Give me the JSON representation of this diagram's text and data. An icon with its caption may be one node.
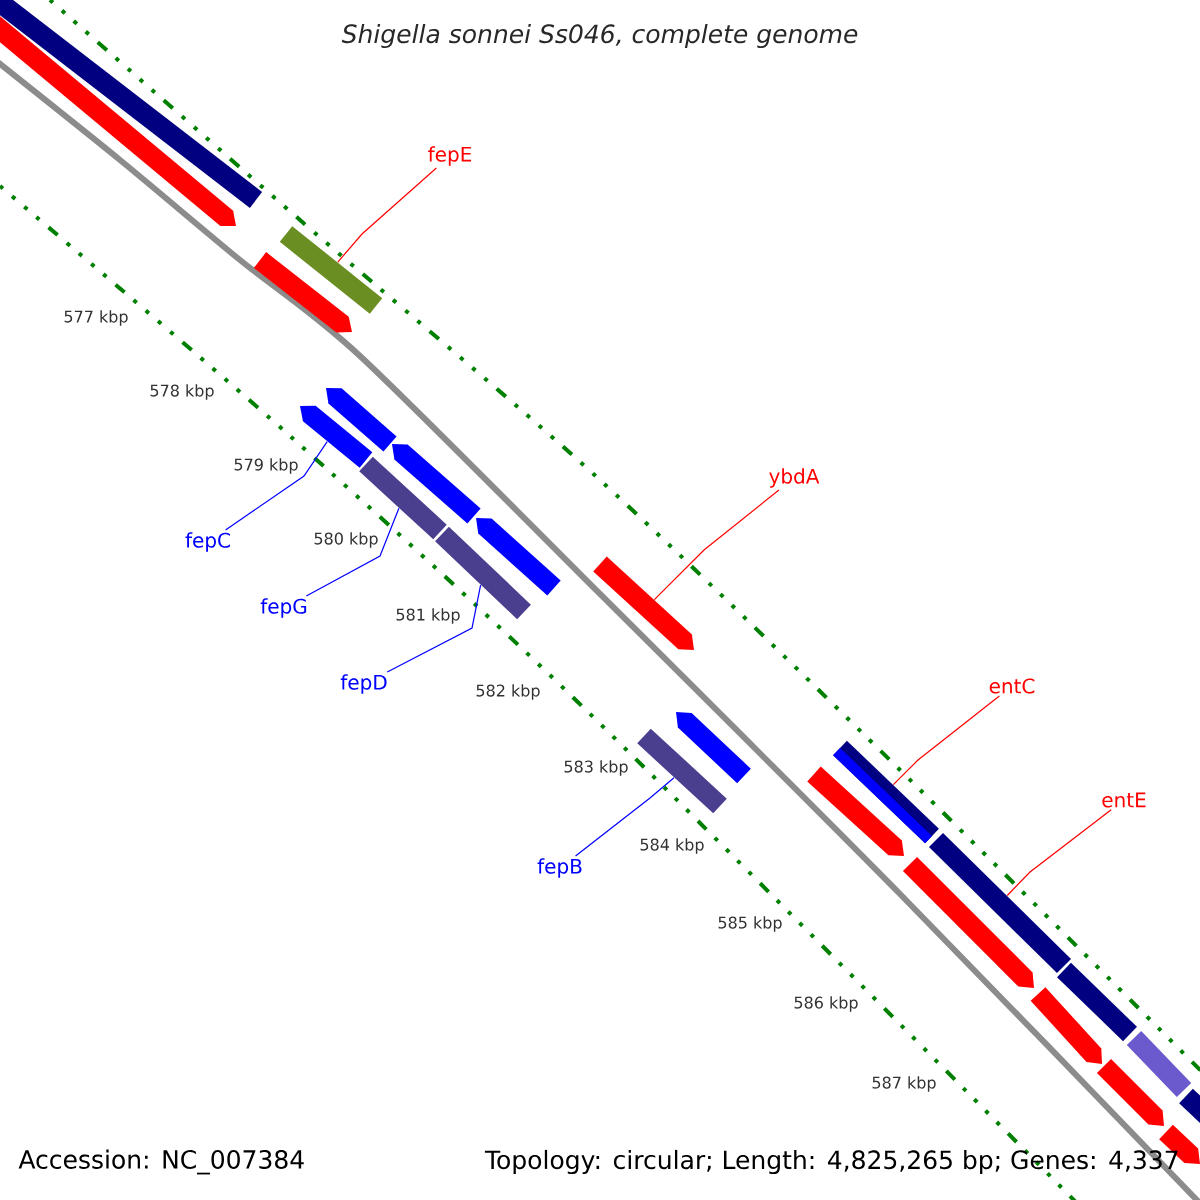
{
  "diagram": {
    "title": "Shigella sonnei Ss046, complete genome",
    "nodes": [
      {
        "text": [
          "fepE"
        ]
      },
      {
        "text": [
          "ybdA"
        ]
      },
      {
        "text": [
          "fepC"
        ]
      },
      {
        "text": [
          "fepG"
        ]
      },
      {
        "text": [
          "fepD"
        ]
      },
      {
        "text": [
          "entC"
        ]
      },
      {
        "text": [
          "entE"
        ]
      },
      {
        "text": [
          "fepB"
        ]
      },
      {
        "text": [],
        "shape": "bar"
      },
      {
        "text": [],
        "shape": "arrow"
      },
      {
        "text": [],
        "shape": "arrow"
      },
      {
        "text": [],
        "shape": "bar"
      },
      {
        "text": [],
        "shape": "bar"
      },
      {
        "text": [],
        "shape": "bar"
      },
      {
        "text": [],
        "shape": "bar"
      },
      {
        "text": [],
        "shape": "bar"
      }
    ],
    "edges": [
      {
        "from": 0,
        "to": 8,
        "arrow": "none",
        "color": "#ff0000"
      },
      {
        "from": 1,
        "to": 9,
        "arrow": "none",
        "color": "#ff0000"
      },
      {
        "from": 2,
        "to": 10,
        "arrow": "none",
        "color": "#0000ff"
      },
      {
        "from": 3,
        "to": 11,
        "arrow": "none",
        "color": "#0000ff"
      },
      {
        "from": 4,
        "to": 12,
        "arrow": "none",
        "color": "#0000ff"
      },
      {
        "from": 5,
        "to": 13,
        "arrow": "none",
        "color": "#ff0000"
      },
      {
        "from": 6,
        "to": 14,
        "arrow": "none",
        "color": "#ff0000"
      },
      {
        "from": 7,
        "to": 15,
        "arrow": "none",
        "color": "#0000ff"
      }
    ],
    "labels": [
      "577 kbp",
      "578 kbp",
      "579 kbp",
      "580 kbp",
      "581 kbp",
      "582 kbp",
      "583 kbp",
      "584 kbp",
      "585 kbp",
      "586 kbp",
      "587 kbp",
      "Accession: NC_007384",
      "Topology: circular; Length: 4,825,265 bp; Genes: 4,337"
    ]
  }
}
